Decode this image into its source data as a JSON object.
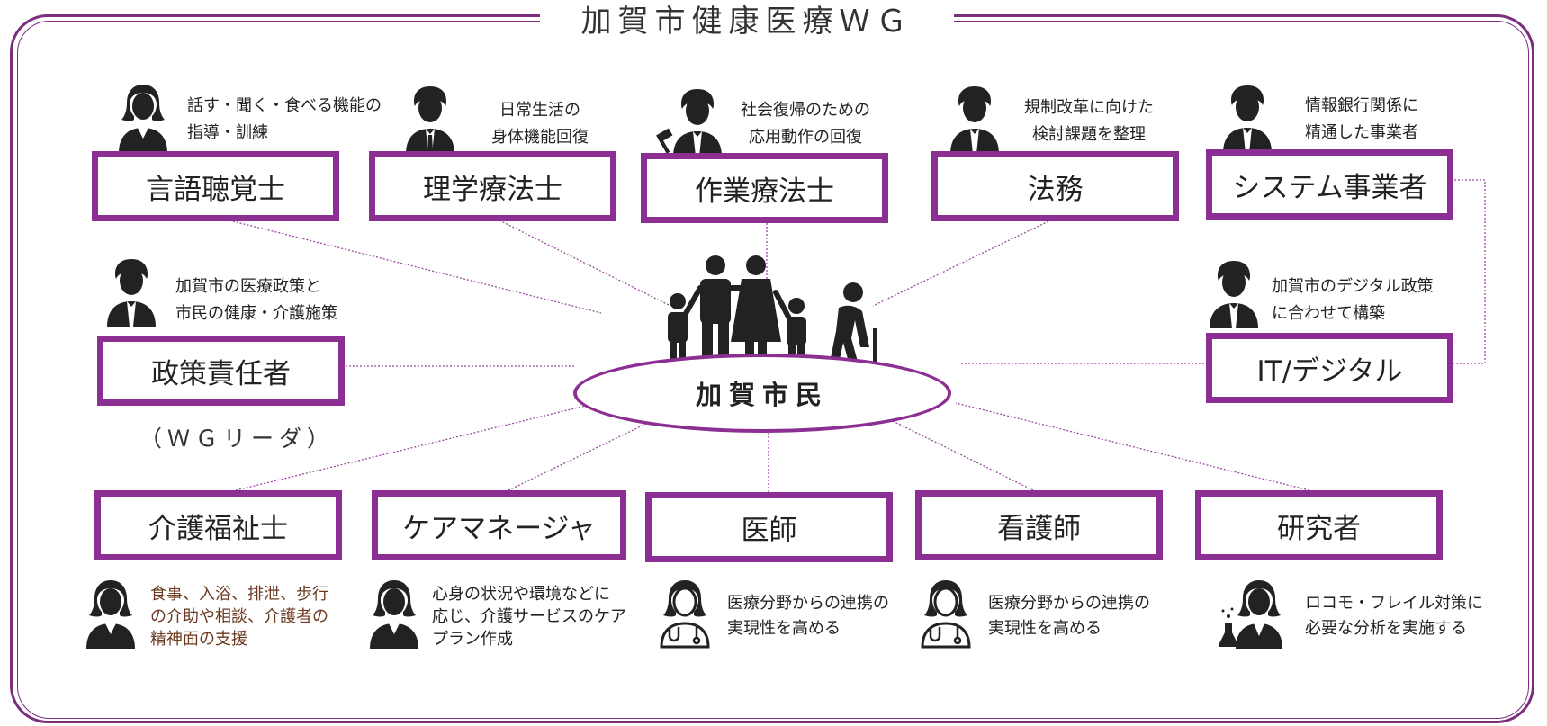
{
  "title": "加賀市健康医療ＷＧ",
  "center": {
    "label": "加賀市民"
  },
  "roles": {
    "speech": {
      "label": "言語聴覚士",
      "desc": [
        "話す・聞く・食べる機能の",
        "指導・訓練"
      ]
    },
    "pt": {
      "label": "理学療法士",
      "desc": [
        "日常生活の",
        "身体機能回復"
      ]
    },
    "ot": {
      "label": "作業療法士",
      "desc": [
        "社会復帰のための",
        "応用動作の回復"
      ]
    },
    "legal": {
      "label": "法務",
      "desc": [
        "規制改革に向けた",
        "検討課題を整理"
      ]
    },
    "system": {
      "label": "システム事業者",
      "desc": [
        "情報銀行関係に",
        "精通した事業者"
      ]
    },
    "policy": {
      "label": "政策責任者",
      "desc": [
        "加賀市の医療政策と",
        "市民の健康・介護施策"
      ],
      "note": "（ＷＧリーダ）"
    },
    "it": {
      "label": "IT/デジタル",
      "desc": [
        "加賀市のデジタル政策",
        "に合わせて構築"
      ]
    },
    "care": {
      "label": "介護福祉士",
      "desc": [
        "食事、入浴、排泄、歩行",
        "の介助や相談、介護者の",
        "精神面の支援"
      ]
    },
    "caremanager": {
      "label": "ケアマネージャ",
      "desc": [
        "心身の状況や環境などに",
        "応じ、介護サービスのケア",
        "プラン作成"
      ]
    },
    "doctor": {
      "label": "医師",
      "desc": [
        "医療分野からの連携の",
        "実現性を高める"
      ]
    },
    "nurse": {
      "label": "看護師",
      "desc": [
        "医療分野からの連携の",
        "実現性を高める"
      ]
    },
    "researcher": {
      "label": "研究者",
      "desc": [
        "ロコモ・フレイル対策に",
        "必要な分析を実施する"
      ]
    }
  },
  "colors": {
    "accent": "#8b2f92",
    "frame": "#7b2d7e",
    "brown_text": "#6b3a20"
  }
}
